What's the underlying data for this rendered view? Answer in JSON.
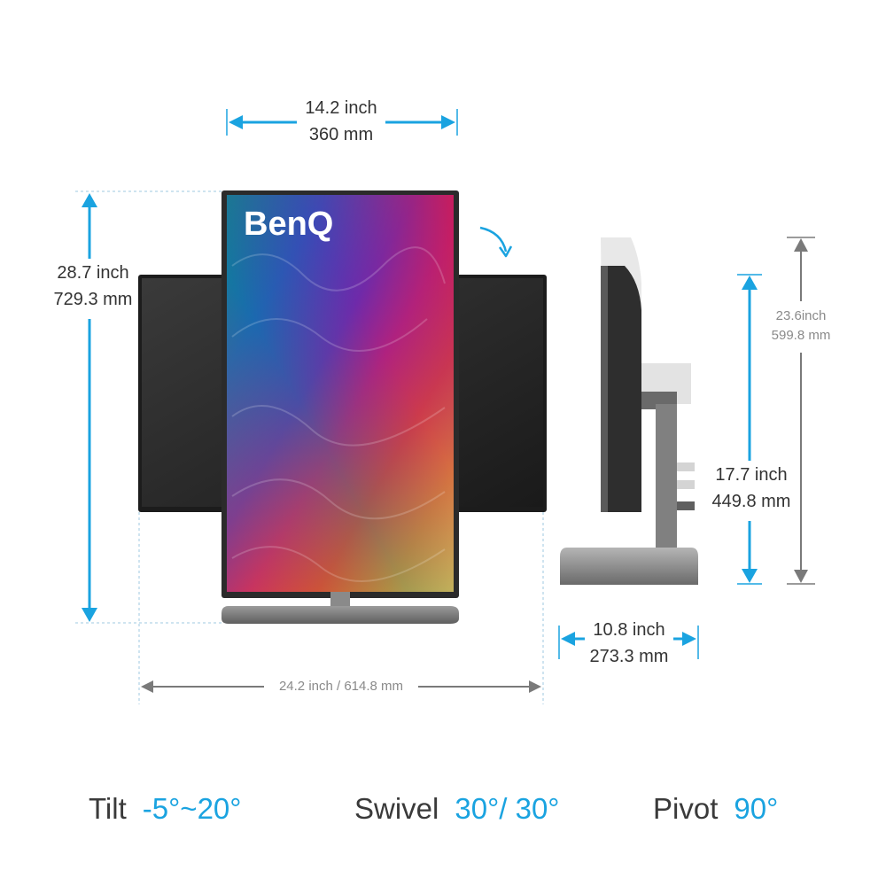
{
  "brand": "BenQ",
  "colors": {
    "accent": "#1aa3e0",
    "dimension_gray": "#8a8a8a",
    "bezel": "#2b2b2b",
    "stand": "#7d7d7d"
  },
  "dimensions": {
    "screen_width": {
      "inch": "14.2 inch",
      "mm": "360 mm"
    },
    "total_height": {
      "inch": "28.7 inch",
      "mm": "729.3 mm"
    },
    "swing_width": {
      "label": "24.2 inch / 614.8  mm"
    },
    "side_max_height": {
      "inch": "23.6inch",
      "mm": "599.8 mm"
    },
    "side_height": {
      "inch": "17.7 inch",
      "mm": "449.8 mm"
    },
    "base_depth": {
      "inch": "10.8 inch",
      "mm": "273.3 mm"
    }
  },
  "icons": {
    "rotate": "rotate-arrow-icon"
  },
  "specs": [
    {
      "key": "Tilt",
      "value": "-5°~20°"
    },
    {
      "key": "Swivel",
      "value": "30°/ 30°"
    },
    {
      "key": "Pivot",
      "value": "90°"
    }
  ]
}
